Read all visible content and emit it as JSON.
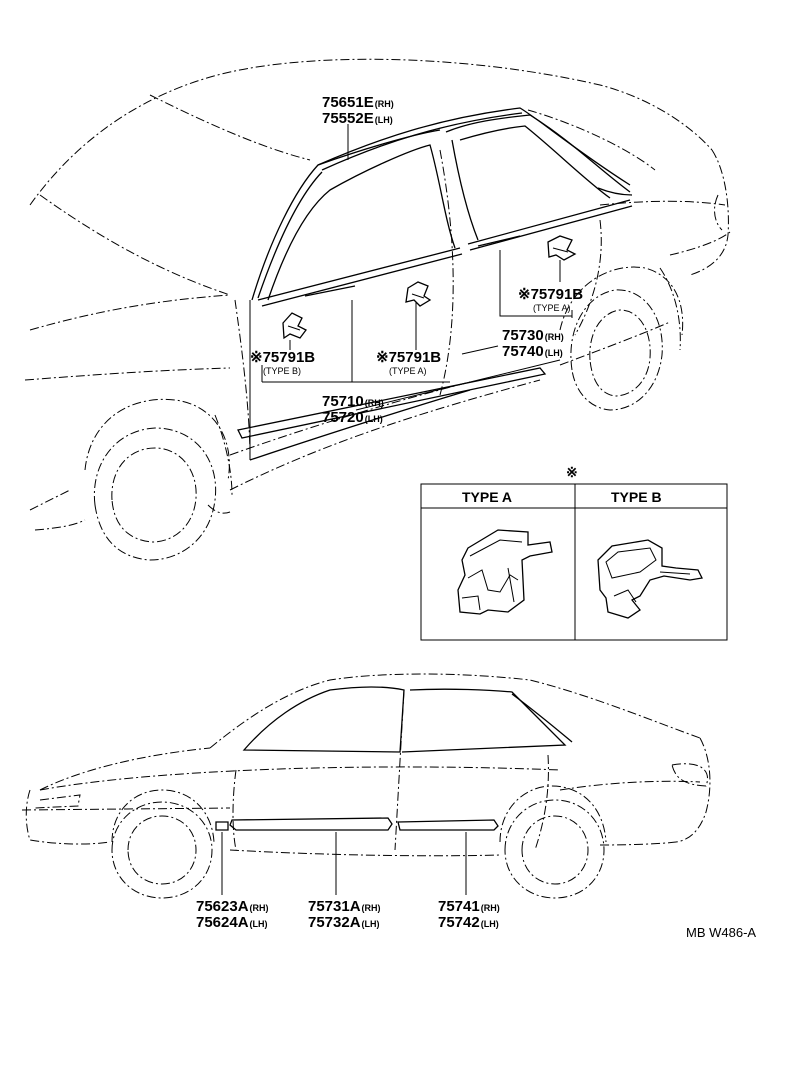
{
  "parts": {
    "p75651E": "75651E",
    "p75651E_sfx": "(RH)",
    "p75552E": "75552E",
    "p75552E_sfx": "(LH)",
    "p75791B_a": "※75791B",
    "p75791B_a_sub": "(TYPE A)",
    "p75791B_b": "※75791B",
    "p75791B_b_sub": "(TYPE B)",
    "p75791B_c": "※75791B",
    "p75791B_c_sub": "(TYPE A)",
    "p75730": "75730",
    "p75730_sfx": "(RH)",
    "p75740": "75740",
    "p75740_sfx": "(LH)",
    "p75710": "75710",
    "p75710_sfx": "(RH)",
    "p75720": "75720",
    "p75720_sfx": "(LH)",
    "p75623A": "75623A",
    "p75623A_sfx": "(RH)",
    "p75624A": "75624A",
    "p75624A_sfx": "(LH)",
    "p75731A": "75731A",
    "p75731A_sfx": "(RH)",
    "p75732A": "75732A",
    "p75732A_sfx": "(LH)",
    "p75741": "75741",
    "p75741_sfx": "(RH)",
    "p75742": "75742",
    "p75742_sfx": "(LH)"
  },
  "legend": {
    "mark": "※",
    "type_a": "TYPE A",
    "type_b": "TYPE B"
  },
  "diagram_code": "MB W486-A"
}
